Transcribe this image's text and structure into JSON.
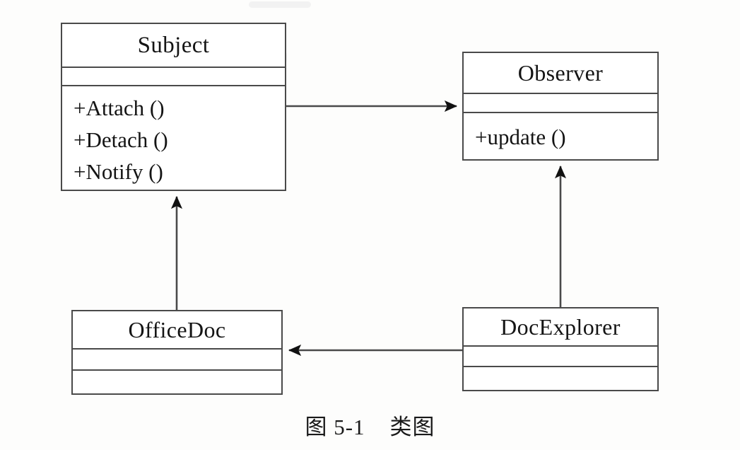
{
  "figure": {
    "caption": "图 5-1    类图",
    "background_color": "#fdfdfc",
    "line_color": "#4a4a4a",
    "text_color": "#141414"
  },
  "classes": [
    {
      "id": "subject",
      "name": "Subject",
      "attributes": [],
      "operations": [
        "+Attach ()",
        "+Detach ()",
        "+Notify ()"
      ]
    },
    {
      "id": "observer",
      "name": "Observer",
      "attributes": [],
      "operations": [
        "+update ()"
      ]
    },
    {
      "id": "officedoc",
      "name": "OfficeDoc",
      "attributes": [],
      "operations": []
    },
    {
      "id": "docexplorer",
      "name": "DocExplorer",
      "attributes": [],
      "operations": []
    }
  ],
  "relationships": [
    {
      "id": "subject-to-observer",
      "from": "Subject",
      "to": "Observer",
      "style": "solid-line-filled-arrow",
      "direction": "right"
    },
    {
      "id": "officedoc-to-subject",
      "from": "OfficeDoc",
      "to": "Subject",
      "style": "solid-line-filled-arrow",
      "direction": "up"
    },
    {
      "id": "docexplorer-to-observer",
      "from": "DocExplorer",
      "to": "Observer",
      "style": "solid-line-filled-arrow",
      "direction": "up"
    },
    {
      "id": "docexplorer-to-officedoc",
      "from": "DocExplorer",
      "to": "OfficeDoc",
      "style": "solid-line-filled-arrow",
      "direction": "left"
    }
  ]
}
